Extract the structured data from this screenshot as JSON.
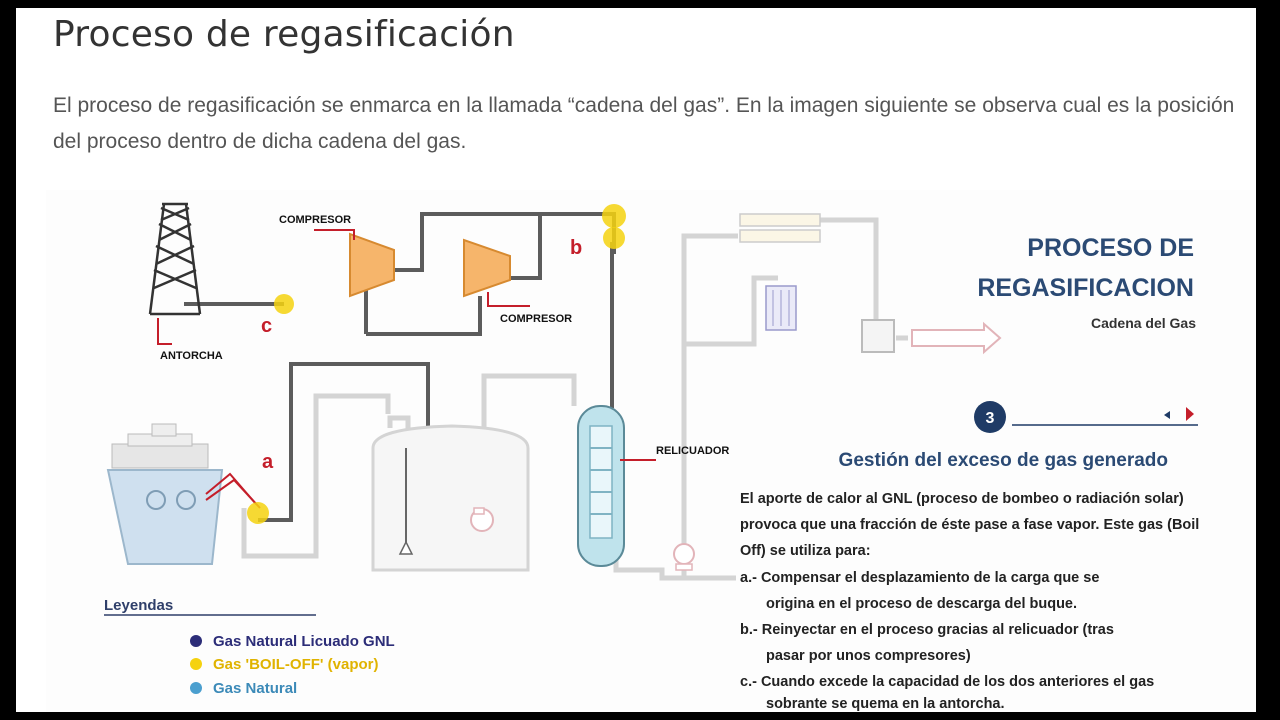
{
  "page": {
    "title": "Proceso de regasificación",
    "intro": "El proceso de regasificación se enmarca en la llamada “cadena del gas”. En la imagen siguiente se observa cual es la posición del proceso dentro de dicha cadena del gas."
  },
  "diagram": {
    "labels": {
      "compresor_1": "COMPRESOR",
      "compresor_2": "COMPRESOR",
      "antorcha": "ANTORCHA",
      "relicuador": "RELICUADOR"
    },
    "markers": {
      "a": "a",
      "b": "b",
      "c": "c"
    },
    "legend": {
      "title": "Leyendas",
      "items": [
        {
          "label": "Gas Natural Licuado GNL",
          "color": "#2c2d78"
        },
        {
          "label": "Gas 'BOIL-OFF' (vapor)",
          "color": "#f5d20f"
        },
        {
          "label": "Gas Natural",
          "color": "#4b9fcf"
        }
      ]
    },
    "panel": {
      "title_line1": "PROCESO DE",
      "title_line2": "REGASIFICACION",
      "subtitle": "Cadena del Gas",
      "step_number": "3",
      "heading": "Gestión del exceso de gas generado",
      "body_lines": [
        "El aporte de calor al GNL (proceso de bombeo o radiación solar)",
        "provoca que una fracción de éste pase a fase vapor. Este gas (Boil",
        "Off) se utiliza para:",
        "a.- Compensar el desplazamiento de la carga que se",
        "origina en el proceso de descarga del buque.",
        "b.- Reinyectar en el proceso gracias al relicuador (tras",
        "pasar por unos compresores)",
        "c.- Cuando excede la capacidad de los dos anteriores el gas",
        "sobrante se quema en la antorcha."
      ]
    },
    "colors": {
      "pipe_gray": "#595959",
      "pipe_light": "#d7d7d7",
      "compressor_orange": "#f6b56b",
      "boil_off_yellow": "#f5d20f",
      "accent_red": "#c41e2a",
      "title_blue": "#2b4a74",
      "relicuador_blue": "#bfe3ec"
    }
  }
}
